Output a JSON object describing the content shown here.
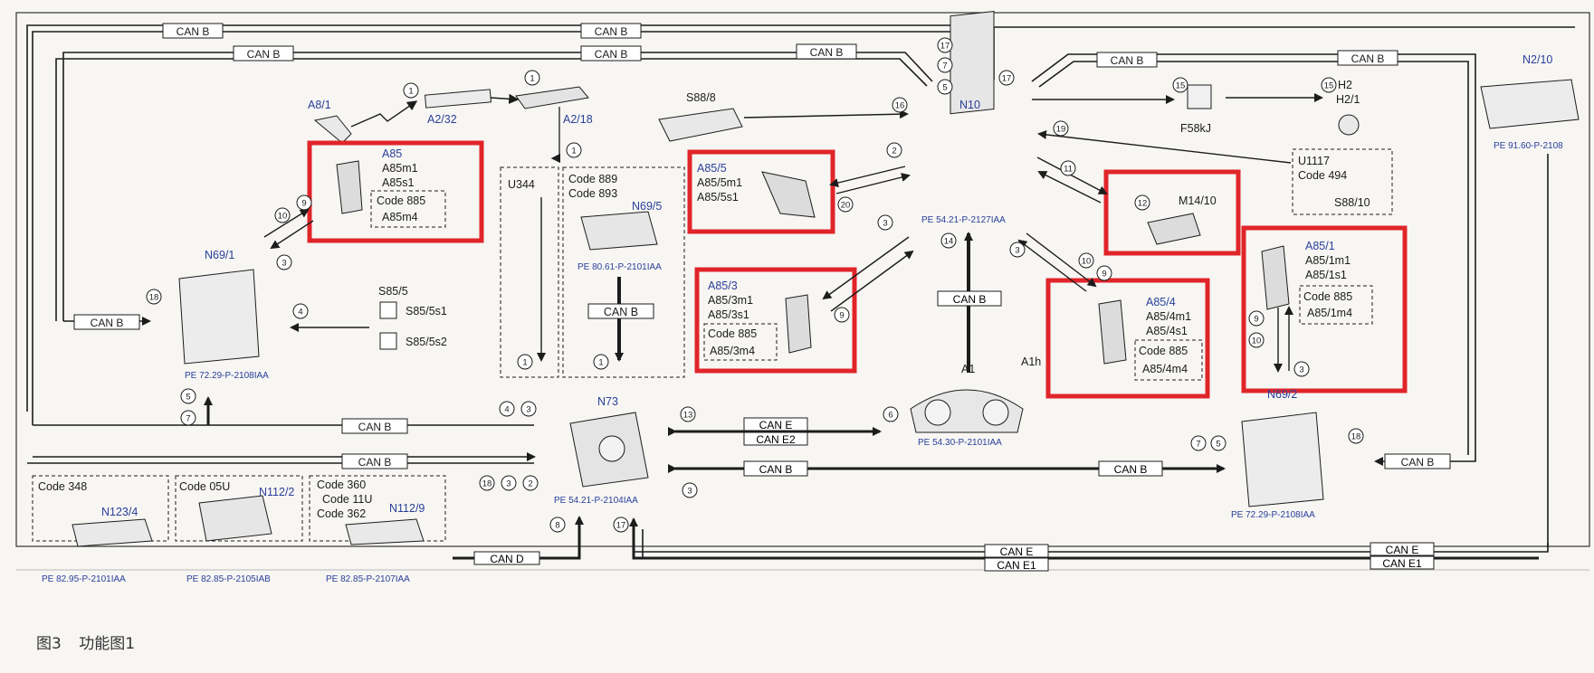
{
  "caption": {
    "figure_no": "图3",
    "title": "功能图1"
  },
  "colors": {
    "highlight": "#e0252a",
    "line": "#1c1c1c",
    "label_blue": "#2a3f9a"
  },
  "bus": {
    "can_b": "CAN B",
    "can_e": "CAN E",
    "can_e1": "CAN E1",
    "can_e2": "CAN E2",
    "can_d": "CAN D"
  },
  "components": {
    "a8_1": "A8/1",
    "a2_32": "A2/32",
    "a2_18": "A2/18",
    "s88_8": "S88/8",
    "n10": "N10",
    "n2_10": "N2/10",
    "f58kj": "F58kJ",
    "h2": "H2",
    "h2_1": "H2/1",
    "m14_10": "M14/10",
    "u344": "U344",
    "n69_1": "N69/1",
    "n69_5": "N69/5",
    "n69_2": "N69/2",
    "s85_5": "S85/5",
    "s85_5s1": "S85/5s1",
    "s85_5s2": "S85/5s2",
    "n73": "N73",
    "a1": "A1",
    "a1h": "A1h",
    "n123_4": "N123/4",
    "n112_2": "N112/2",
    "n112_9": "N112/9"
  },
  "highlight_boxes": {
    "a85": {
      "title": "A85",
      "l1": "A85m1",
      "l2": "A85s1",
      "code": "Code 885",
      "sub": "A85m4"
    },
    "a85_5": {
      "title": "A85/5",
      "l1": "A85/5m1",
      "l2": "A85/5s1"
    },
    "a85_3": {
      "title": "A85/3",
      "l1": "A85/3m1",
      "l2": "A85/3s1",
      "code": "Code 885",
      "sub": "A85/3m4"
    },
    "a85_4": {
      "title": "A85/4",
      "l1": "A85/4m1",
      "l2": "A85/4s1",
      "code": "Code 885",
      "sub": "A85/4m4"
    },
    "a85_1": {
      "title": "A85/1",
      "l1": "A85/1m1",
      "l2": "A85/1s1",
      "code": "Code 885",
      "sub": "A85/1m4"
    }
  },
  "code_boxes": {
    "n69_5_codes": [
      "Code 889",
      "Code 893"
    ],
    "u1117_box": [
      "U1117",
      "Code 494",
      "S88/10"
    ],
    "code348": "Code 348",
    "code05u": "Code 05U",
    "code_n112_9": [
      "Code 360",
      "Code 11U",
      "Code 362"
    ]
  },
  "references": {
    "n10_ref": "PE 54.21-P-2127IAA",
    "n69_1_ref": "PE 72.29-P-2108IAA",
    "n69_5_ref": "PE 80.61-P-2101IAA",
    "n73_ref": "PE 54.21-P-2104IAA",
    "a1_ref": "PE 54.30-P-2101IAA",
    "n69_2_ref": "PE 72.29-P-2108IAA",
    "n2_10_ref": "PE 91.60-P-2108",
    "n123_4_ref": "PE 82.95-P-2101IAA",
    "n112_2_ref": "PE 82.85-P-2105IAB",
    "n112_9_ref": "PE 82.85-P-2107IAA"
  },
  "step_numbers": {
    "c_1": "1",
    "c_2": "2",
    "c_3": "3",
    "c_4": "4",
    "c_5": "5",
    "c_6": "6",
    "c_7": "7",
    "c_8": "8",
    "c_9": "9",
    "c_10": "10",
    "c_11": "11",
    "c_12": "12",
    "c_13": "13",
    "c_14": "14",
    "c_15": "15",
    "c_16": "16",
    "c_17": "17",
    "c_18": "18",
    "c_19": "19",
    "c_20": "20"
  }
}
